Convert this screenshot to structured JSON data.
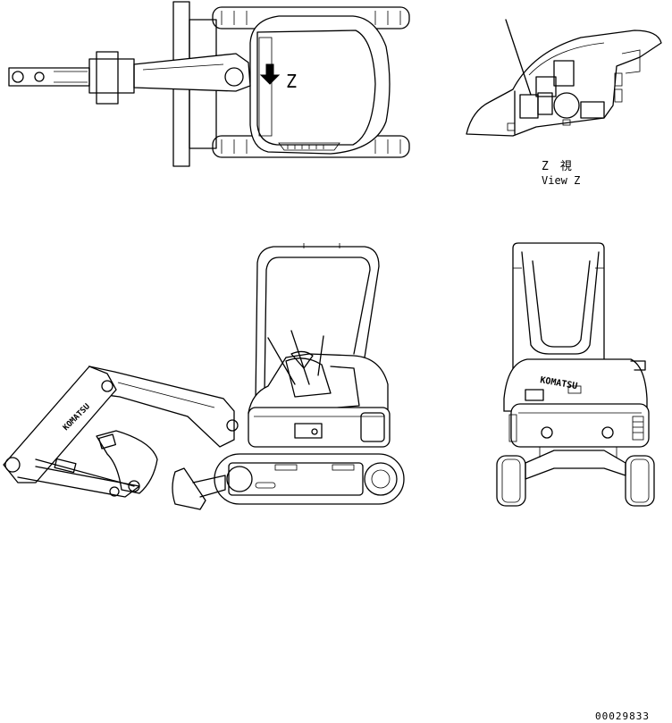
{
  "view_label": {
    "z_marker": "Z",
    "japanese": "Z　視",
    "english": "View Z"
  },
  "brand_text": "KOMATSU",
  "drawing_number": "00029833"
}
